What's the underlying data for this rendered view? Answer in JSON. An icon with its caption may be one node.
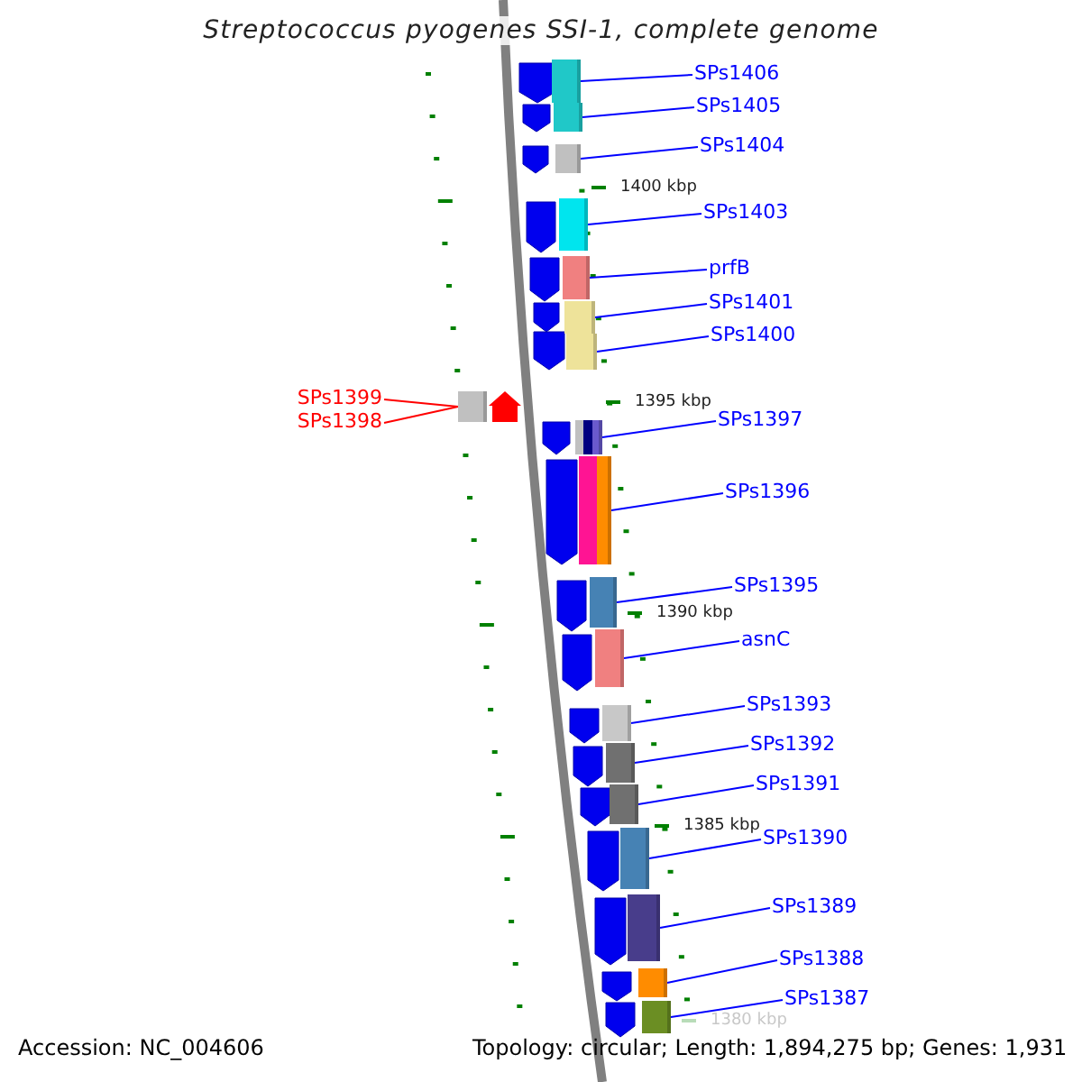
{
  "diagram": {
    "title": "Streptococcus pyogenes SSI-1, complete genome",
    "nodes": [
      {
        "text": [
          "SPs1406"
        ]
      },
      {
        "text": [],
        "shape": "bar"
      },
      {
        "text": [
          "SPs1405"
        ]
      },
      {
        "text": [],
        "shape": "bar"
      },
      {
        "text": [
          "SPs1404"
        ]
      },
      {
        "text": [],
        "shape": "bar"
      },
      {
        "text": [
          "SPs1403"
        ]
      },
      {
        "text": [],
        "shape": "bar"
      },
      {
        "text": [
          "prfB"
        ]
      },
      {
        "text": [],
        "shape": "bar"
      },
      {
        "text": [
          "SPs1401"
        ]
      },
      {
        "text": [],
        "shape": "bar"
      },
      {
        "text": [
          "SPs1400"
        ]
      },
      {
        "text": [],
        "shape": "bar"
      },
      {
        "text": [
          "SPs1399"
        ]
      },
      {
        "text": [],
        "shape": "bar"
      },
      {
        "text": [
          "SPs1398"
        ]
      },
      {
        "text": [
          "SPs1397"
        ]
      },
      {
        "text": [],
        "shape": "bar"
      },
      {
        "text": [
          "SPs1396"
        ]
      },
      {
        "text": [],
        "shape": "bar"
      },
      {
        "text": [
          "SPs1395"
        ]
      },
      {
        "text": [],
        "shape": "bar"
      },
      {
        "text": [
          "asnC"
        ]
      },
      {
        "text": [],
        "shape": "bar"
      },
      {
        "text": [
          "SPs1393"
        ]
      },
      {
        "text": [],
        "shape": "bar"
      },
      {
        "text": [
          "SPs1392"
        ]
      },
      {
        "text": [],
        "shape": "bar"
      },
      {
        "text": [
          "SPs1391"
        ]
      },
      {
        "text": [],
        "shape": "bar"
      },
      {
        "text": [
          "SPs1390"
        ]
      },
      {
        "text": [],
        "shape": "bar"
      },
      {
        "text": [
          "SPs1389"
        ]
      },
      {
        "text": [],
        "shape": "bar"
      },
      {
        "text": [
          "SPs1388"
        ]
      },
      {
        "text": [],
        "shape": "bar"
      },
      {
        "text": [
          "SPs1387"
        ]
      },
      {
        "text": [],
        "shape": "bar"
      }
    ],
    "edges": [
      {
        "from": 0,
        "to": 1,
        "arrow": "none"
      },
      {
        "from": 2,
        "to": 3,
        "arrow": "none"
      },
      {
        "from": 4,
        "to": 5,
        "arrow": "none"
      },
      {
        "from": 6,
        "to": 7,
        "arrow": "none"
      },
      {
        "from": 8,
        "to": 9,
        "arrow": "none"
      },
      {
        "from": 10,
        "to": 11,
        "arrow": "none"
      },
      {
        "from": 12,
        "to": 13,
        "arrow": "none"
      },
      {
        "from": 14,
        "to": 15,
        "arrow": "none",
        "color": "#ff0000"
      },
      {
        "from": 16,
        "to": 15,
        "arrow": "none",
        "color": "#ff0000"
      },
      {
        "from": 17,
        "to": 18,
        "arrow": "none"
      },
      {
        "from": 19,
        "to": 20,
        "arrow": "none"
      },
      {
        "from": 21,
        "to": 22,
        "arrow": "none"
      },
      {
        "from": 23,
        "to": 24,
        "arrow": "none"
      },
      {
        "from": 25,
        "to": 26,
        "arrow": "none"
      },
      {
        "from": 27,
        "to": 28,
        "arrow": "none"
      },
      {
        "from": 29,
        "to": 30,
        "arrow": "none"
      },
      {
        "from": 31,
        "to": 32,
        "arrow": "none"
      },
      {
        "from": 33,
        "to": 34,
        "arrow": "none"
      },
      {
        "from": 35,
        "to": 36,
        "arrow": "none"
      },
      {
        "from": 37,
        "to": 38,
        "arrow": "none"
      }
    ],
    "labels": [
      "1400 kbp",
      "1395 kbp",
      "1390 kbp",
      "1385 kbp",
      "1380 kbp",
      "Accession: NC_004606",
      "Topology: circular; Length: 1,894,275 bp; Genes: 1,931"
    ]
  }
}
